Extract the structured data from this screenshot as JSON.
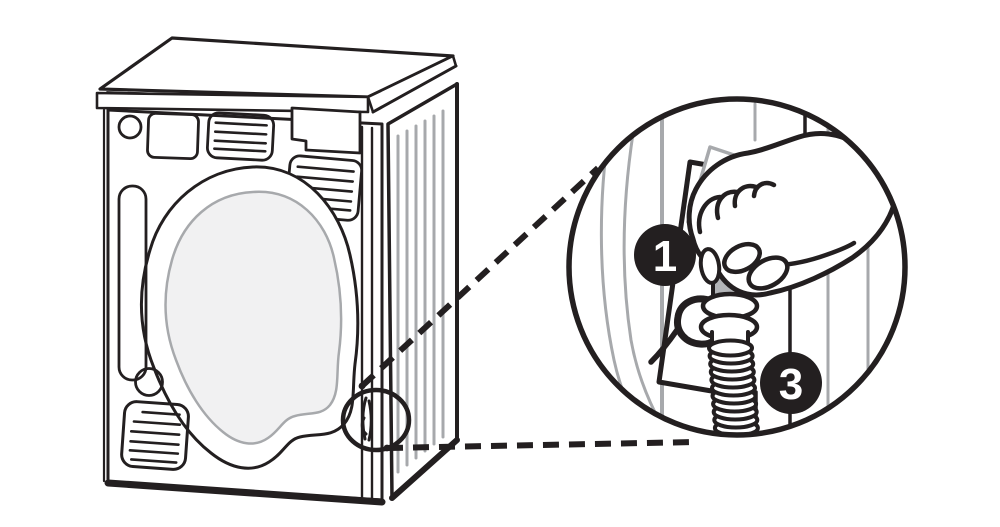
{
  "diagram": {
    "type": "appliance-installation-illustration",
    "subject": "Rear view of a dryer with a magnified circular detail of a hand attaching the drain hose to its holder",
    "callouts": [
      {
        "number": "1"
      },
      {
        "number": "3"
      }
    ],
    "colors": {
      "line": "#231f20",
      "gray_line": "#a7a9ac",
      "light_fill": "#f1f1f2",
      "connector_gray": "#b3b5b8",
      "hose_gray": "#d4d5d7",
      "badge_fill": "#231f20",
      "badge_text": "#ffffff",
      "background": "#ffffff"
    }
  }
}
